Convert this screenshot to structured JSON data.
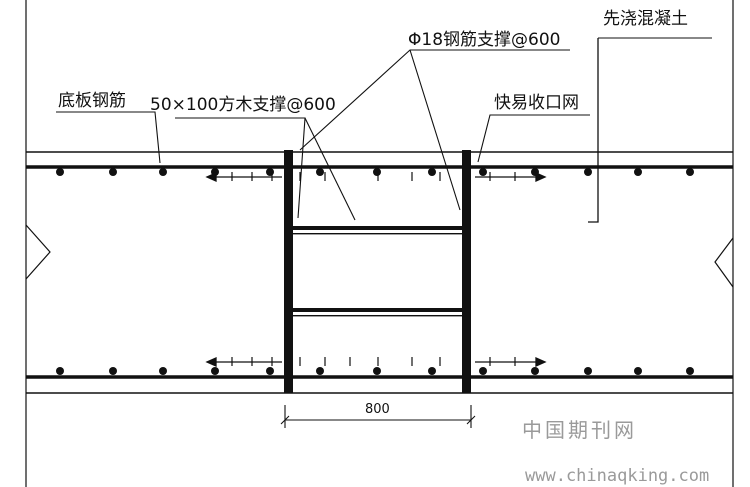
{
  "labels": {
    "bottom_slab_rebar": "底板钢筋",
    "timber_support": "50×100方木支撑@600",
    "steel_support": "Φ18钢筋支撑@600",
    "first_pour_concrete": "先浇混凝土",
    "mesh_formwork": "快易收口网"
  },
  "dimension": {
    "width_value": "800"
  },
  "watermark": {
    "site_name": "中国期刊网",
    "url": "www.chinaqking.com"
  },
  "colors": {
    "line": "#111111",
    "watermark": "#9a9a9a"
  }
}
